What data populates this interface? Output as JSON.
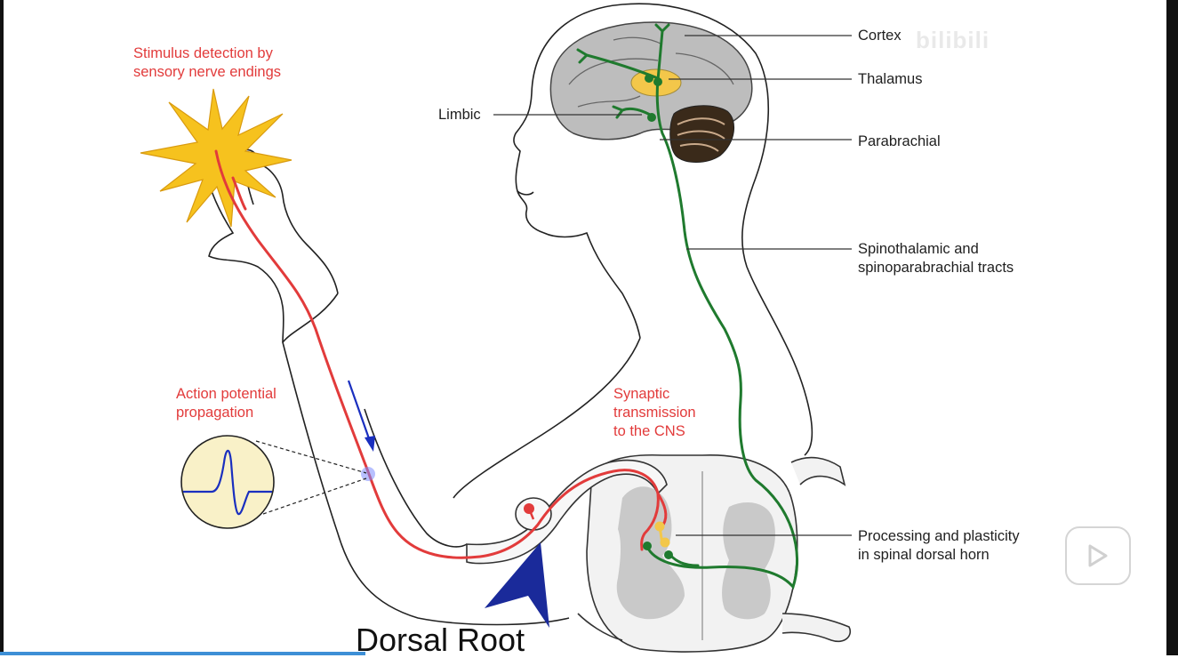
{
  "labels": {
    "stimulus": [
      "Stimulus detection by",
      "sensory nerve endings"
    ],
    "action": [
      "Action potential",
      "propagation"
    ],
    "synaptic": [
      "Synaptic",
      "transmission",
      "to the CNS"
    ],
    "cortex": "Cortex",
    "thalamus": "Thalamus",
    "limbic": "Limbic",
    "parabrachial": "Parabrachial",
    "tracts": [
      "Spinothalamic and",
      "spinoparabrachial tracts"
    ],
    "processing": [
      "Processing and plasticity",
      "in spinal dorsal horn"
    ],
    "dorsal_root": "Dorsal Root"
  },
  "watermark": "bilibili",
  "video": {
    "progress_fraction": 0.31
  },
  "colors": {
    "afferent_red": "#e23b3b",
    "tract_green": "#1f7a2e",
    "thalamus_yellow": "#f3c74a",
    "arrow_blue": "#1a2fbf",
    "grey_matter": "#c9c9c9",
    "label_line": "#333333"
  }
}
